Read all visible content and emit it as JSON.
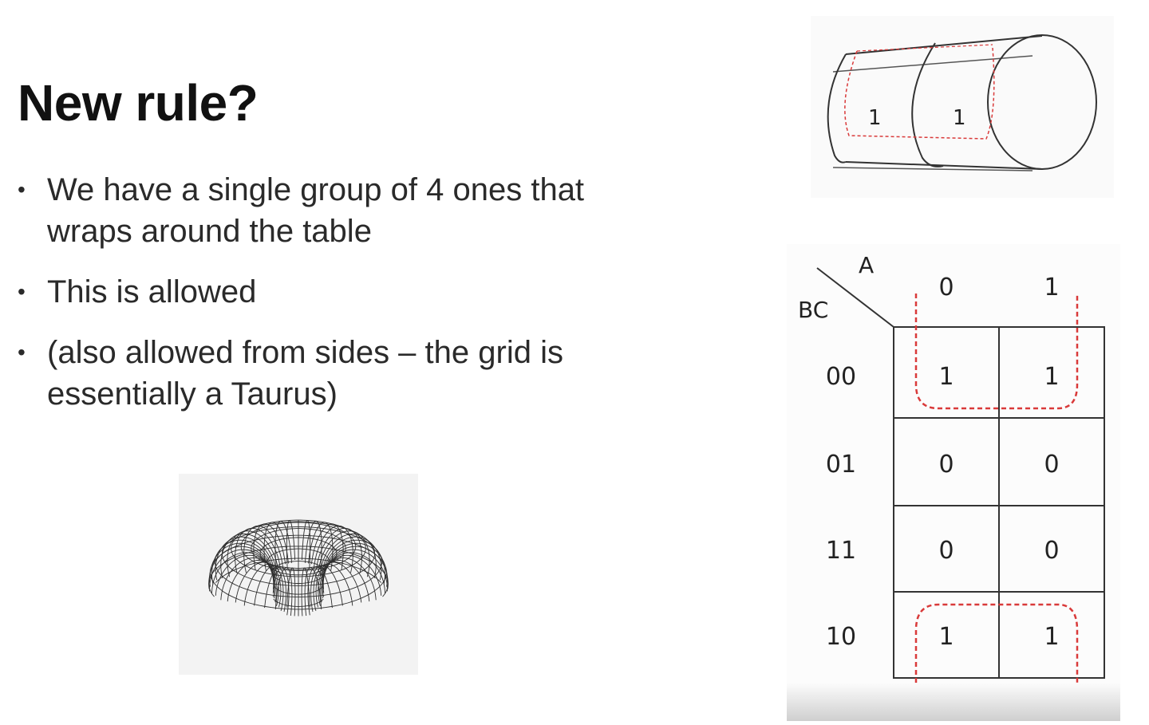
{
  "slide": {
    "title": "New rule?",
    "bullets": [
      "We have a single group of 4 ones that wraps around the table",
      "This is allowed",
      "(also allowed from sides – the grid is essentially a Taurus)"
    ]
  },
  "cylinder": {
    "cell_values": [
      "1",
      "1"
    ]
  },
  "kmap": {
    "col_var": "A",
    "row_var": "BC",
    "col_headers": [
      "0",
      "1"
    ],
    "rows": [
      {
        "label": "00",
        "values": [
          "1",
          "1"
        ]
      },
      {
        "label": "01",
        "values": [
          "0",
          "0"
        ]
      },
      {
        "label": "11",
        "values": [
          "0",
          "0"
        ]
      },
      {
        "label": "10",
        "values": [
          "1",
          "1"
        ]
      }
    ],
    "group_color": "#d93a3a"
  },
  "colors": {
    "text": "#2a2a2a",
    "title": "#111111",
    "grid_line": "#333333",
    "group_dash": "#d93a3a"
  },
  "icons": {
    "torus": "torus-wireframe-icon",
    "cylinder": "cylinder-kmap-icon"
  }
}
